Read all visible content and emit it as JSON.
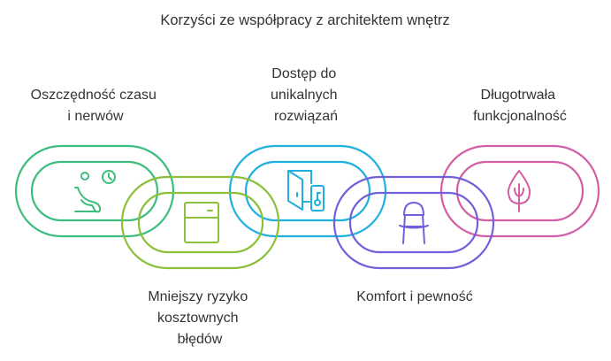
{
  "title": "Korzyści ze współpracy z architektem wnętrz",
  "links": [
    {
      "id": "time",
      "color": "#3dbd7d",
      "icon": "person-seat-clock-icon",
      "label": [
        "Oszczędność czasu",
        "i nerwów"
      ]
    },
    {
      "id": "cost",
      "color": "#8cbf3a",
      "icon": "cabinet-icon",
      "label": [
        "Mniejszy ryzyko",
        "kosztownych",
        "błędów"
      ]
    },
    {
      "id": "unique",
      "color": "#1fb0e0",
      "icon": "door-key-icon",
      "label": [
        "Dostęp do",
        "unikalnych",
        "rozwiązań"
      ]
    },
    {
      "id": "comfort",
      "color": "#7160dc",
      "icon": "chair-icon",
      "label": [
        "Komfort i pewność"
      ]
    },
    {
      "id": "durable",
      "color": "#d35ea6",
      "icon": "tree-icon",
      "label": [
        "Długotrwała",
        "funkcjonalność"
      ]
    }
  ]
}
